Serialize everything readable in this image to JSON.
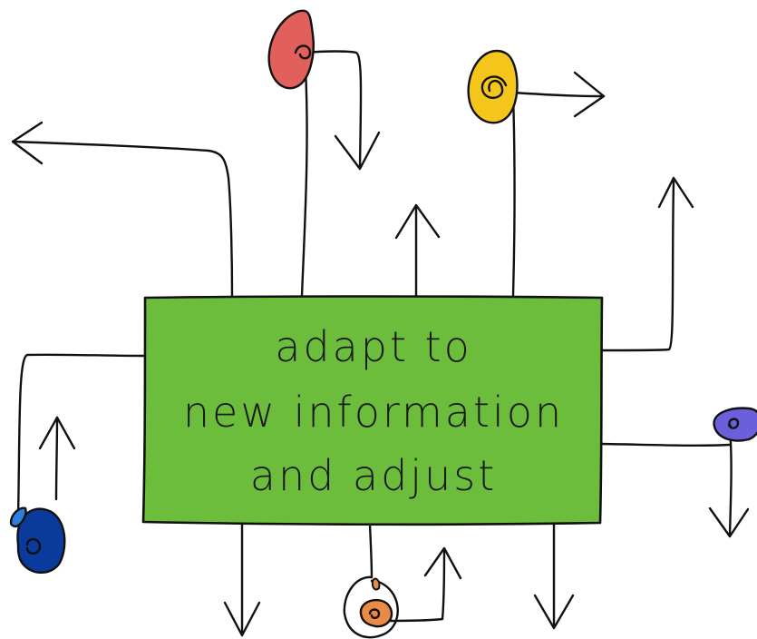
{
  "center_box": {
    "lines": [
      "adapt to",
      "new information",
      "and adjust"
    ]
  },
  "colors": {
    "box_fill": "#6cbd3c",
    "red_swirl": "#e2605c",
    "yellow_swirl": "#f4c61b",
    "purple_swirl": "#6c5fdc",
    "navy_swirl": "#0a3a9c",
    "light_blue_drop": "#2a7fe0",
    "orange_swirl": "#e98a45",
    "white_swirl": "#ffffff",
    "ink": "#111111"
  },
  "decorations": [
    {
      "name": "red-swirl",
      "color_key": "red_swirl"
    },
    {
      "name": "yellow-swirl",
      "color_key": "yellow_swirl"
    },
    {
      "name": "purple-swirl",
      "color_key": "purple_swirl"
    },
    {
      "name": "navy-swirl",
      "color_key": "navy_swirl"
    },
    {
      "name": "orange-swirl",
      "color_key": "orange_swirl"
    }
  ],
  "arrows": [
    {
      "name": "arrow-left-top",
      "direction": "left"
    },
    {
      "name": "arrow-red-down",
      "direction": "down"
    },
    {
      "name": "arrow-top-center-up",
      "direction": "up"
    },
    {
      "name": "arrow-yellow-right",
      "direction": "right"
    },
    {
      "name": "arrow-right-upper-up",
      "direction": "up"
    },
    {
      "name": "arrow-purple-down",
      "direction": "down"
    },
    {
      "name": "arrow-bottom-left-down",
      "direction": "down"
    },
    {
      "name": "arrow-orange-up",
      "direction": "up"
    },
    {
      "name": "arrow-bottom-right-down",
      "direction": "down"
    },
    {
      "name": "arrow-left-lower-up",
      "direction": "up"
    }
  ]
}
